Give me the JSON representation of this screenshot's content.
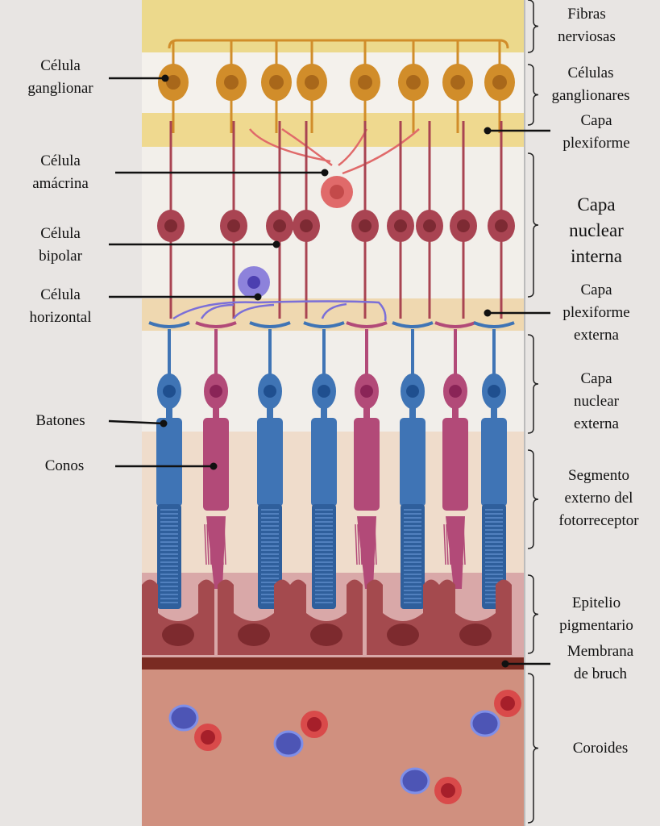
{
  "title": "Capas de la retina",
  "colors": {
    "background": "#e8e5e3",
    "nerve_fiber": "#ecd98c",
    "ganglion": "#d18d2a",
    "bipolar": "#a94452",
    "amacrine": "#e06a6a",
    "horizontal": "#7b6fd8",
    "rod": "#3f74b5",
    "cone": "#b24a78",
    "pigment": "#a44a4e",
    "bruch": "#7a2b22",
    "choroid": "#d0907f"
  },
  "photoreceptors": [
    "rod",
    "cone",
    "rod",
    "rod",
    "cone",
    "rod",
    "cone",
    "rod"
  ],
  "left_labels": [
    {
      "id": "ganglion-cell",
      "text": "Célula\nganglionar"
    },
    {
      "id": "amacrine-cell",
      "text": "Célula\namácrina"
    },
    {
      "id": "bipolar-cell",
      "text": "Célula\nbipolar"
    },
    {
      "id": "horizontal-cell",
      "text": "Célula\nhorizontal"
    },
    {
      "id": "rods",
      "text": "Batones"
    },
    {
      "id": "cones",
      "text": "Conos"
    }
  ],
  "right_labels": [
    {
      "id": "nerve-fibers",
      "text": "Fibras\nnerviosas"
    },
    {
      "id": "ganglion-layer",
      "text": "Células\nganglionares"
    },
    {
      "id": "plexiform-layer",
      "text": "Capa\nplexiforme"
    },
    {
      "id": "inner-nuclear-layer",
      "text": "Capa\nnuclear\ninterna"
    },
    {
      "id": "outer-plexiform-layer",
      "text": "Capa\nplexiforme\nexterna"
    },
    {
      "id": "outer-nuclear-layer",
      "text": "Capa\nnuclear\nexterna"
    },
    {
      "id": "photoreceptor-outer-segment",
      "text": "Segmento\nexterno del\nfotorreceptor"
    },
    {
      "id": "pigment-epithelium",
      "text": "Epitelio\npigmentario"
    },
    {
      "id": "bruch-membrane",
      "text": "Membrana\nde bruch"
    },
    {
      "id": "choroid",
      "text": "Coroides"
    }
  ]
}
